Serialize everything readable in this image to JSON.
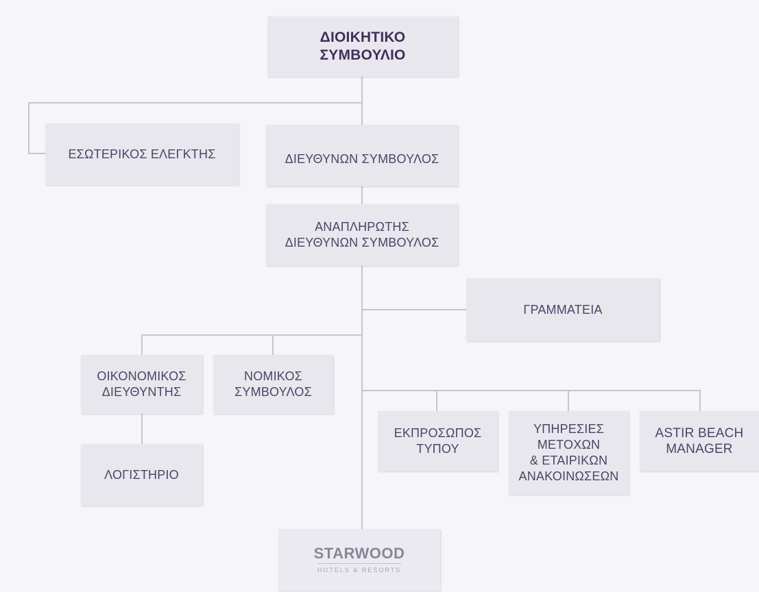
{
  "diagram": {
    "colors": {
      "background": "#f6f5f8",
      "box_fill": "#e9e7ee",
      "box_text": "#4d4364",
      "connector": "#c7c3cf"
    },
    "nodes": {
      "board": [
        "ΔΙΟΙΚΗΤΙΚΟ",
        "ΣΥΜΒΟΥΛΙΟ"
      ],
      "internal_auditor": [
        "ΕΣΩΤΕΡΙΚΟΣ ΕΛΕΓΚΤΗΣ"
      ],
      "ceo": [
        "ΔΙΕΥΘΥΝΩΝ ΣΥΜΒΟΥΛΟΣ"
      ],
      "deputy_ceo": [
        "ΑΝΑΠΛΗΡΩΤΗΣ",
        "ΔΙΕΥΘΥΝΩΝ ΣΥΜΒΟΥΛΟΣ"
      ],
      "secretariat": [
        "ΓΡΑΜΜΑΤΕΙΑ"
      ],
      "cfo": [
        "ΟΙΚΟΝΟΜΙΚΟΣ",
        "ΔΙΕΥΘΥΝΤΗΣ"
      ],
      "legal": [
        "ΝΟΜΙΚΟΣ",
        "ΣΥΜΒΟΥΛΟΣ"
      ],
      "accounting": [
        "ΛΟΓΙΣΤΗΡΙΟ"
      ],
      "press": [
        "ΕΚΠΡΟΣΩΠΟΣ",
        "ΤΥΠΟΥ"
      ],
      "shareholder_services": [
        "ΥΠΗΡΕΣΙΕΣ",
        "ΜΕΤΟΧΩΝ",
        "& ΕΤΑΙΡΙΚΩΝ",
        "ΑΝΑΚΟΙΝΩΣΕΩΝ"
      ],
      "astir_manager": [
        "ASTIR BEACH",
        "MANAGER"
      ],
      "starwood": {
        "main": "STARWOOD",
        "sub": "HOTELS & RESORTS"
      }
    }
  }
}
